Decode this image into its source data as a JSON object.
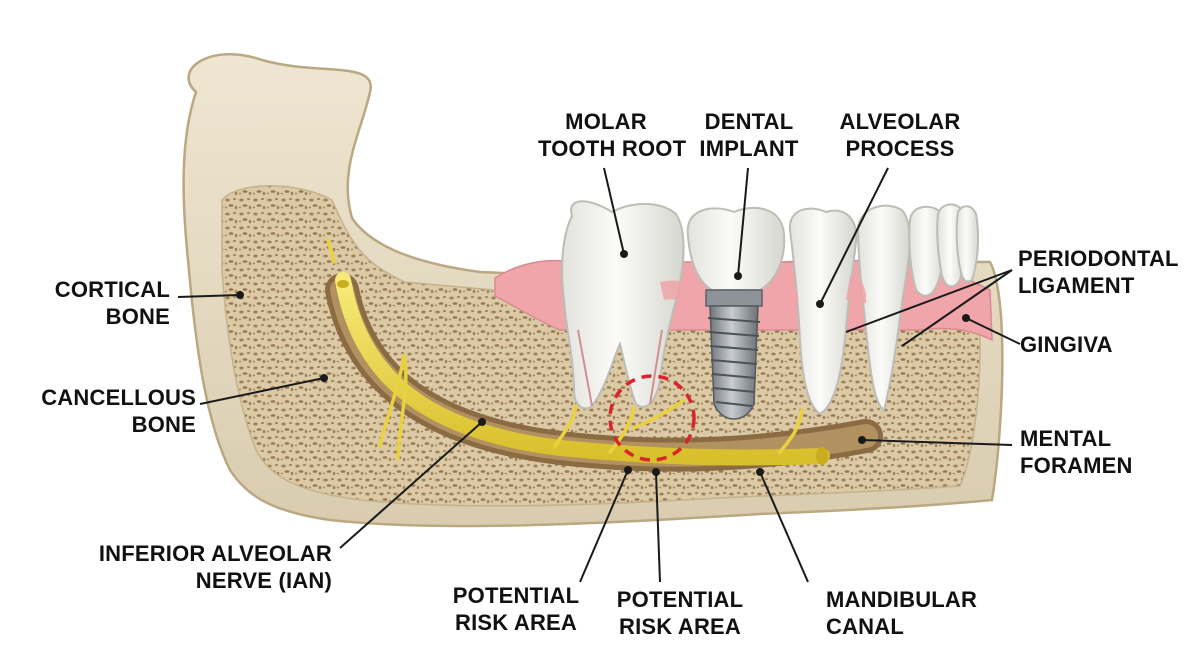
{
  "colors": {
    "cortical_bone": "#e3d8bf",
    "cancellous_bone": "#d9c7a3",
    "trabecular_pores": "#9b7d55",
    "gingiva": "#eea2a6",
    "nerve": "#f0dc45",
    "canal": "#8a6b43",
    "tooth_enamel": "#f6f6f3",
    "implant_metal": "#9aa0a6",
    "risk_circle": "#d8242a",
    "leader_lines": "#1a1a1a"
  },
  "labels": {
    "molar_root": [
      "MOLAR",
      "TOOTH ROOT"
    ],
    "dental_implant": [
      "DENTAL",
      "IMPLANT"
    ],
    "alveolar_process": [
      "ALVEOLAR",
      "PROCESS"
    ],
    "periodontal_ligament": [
      "PERIODONTAL",
      "LIGAMENT"
    ],
    "gingiva": [
      "GINGIVA"
    ],
    "mental_foramen": [
      "MENTAL",
      "FORAMEN"
    ],
    "mandibular_canal": [
      "MANDIBULAR",
      "CANAL"
    ],
    "risk_area_1": [
      "POTENTIAL",
      "RISK AREA"
    ],
    "risk_area_2": [
      "POTENTIAL",
      "RISK AREA"
    ],
    "inferior_alveolar_nerve": [
      "INFERIOR ALVEOLAR",
      "NERVE (IAN)"
    ],
    "cancellous_bone": [
      "CANCELLOUS",
      "BONE"
    ],
    "cortical_bone": [
      "CORTICAL",
      "BONE"
    ]
  }
}
